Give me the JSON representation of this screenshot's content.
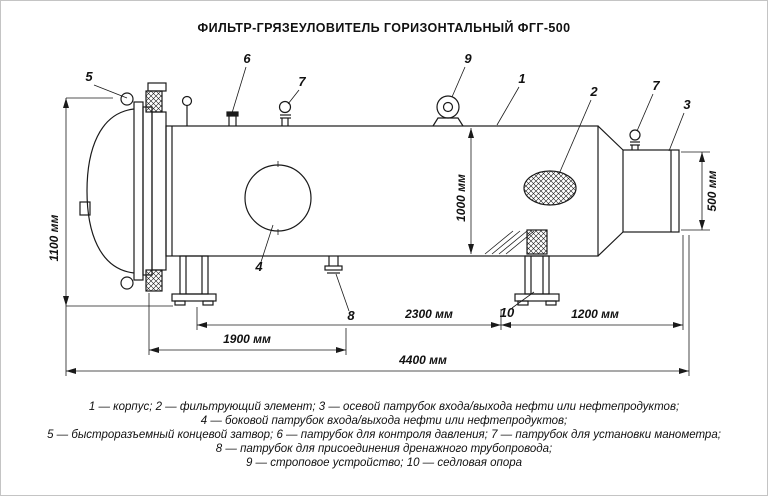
{
  "title": "ФИЛЬТР-ГРЯЗЕУЛОВИТЕЛЬ ГОРИЗОНТАЛЬНЫЙ ФГГ-500",
  "drawing": {
    "dims": {
      "h1100": "1100 мм",
      "d1000": "1000 мм",
      "d500": "500 мм",
      "l2300": "2300 мм",
      "l1900": "1900 мм",
      "l1200": "1200 мм",
      "l4400": "4400 мм"
    },
    "labels": {
      "n1": "1",
      "n2": "2",
      "n3": "3",
      "n4": "4",
      "n5": "5",
      "n6": "6",
      "n7a": "7",
      "n7b": "7",
      "n8": "8",
      "n9": "9",
      "n10": "10"
    }
  },
  "legend": {
    "line1": "1 — корпус; 2 — фильтрующий элемент; 3 — осевой патрубок входа/выхода нефти или нефтепродуктов;",
    "line2": "4 — боковой патрубок входа/выхода нефти или нефтепродуктов;",
    "line3": "5 — быстроразъемный концевой затвор; 6 — патрубок для контроля давления; 7 — патрубок для установки манометра;",
    "line4": "8 — патрубок для присоединения дренажного трубопровода;",
    "line5": "9 — строповое устройство; 10 — седловая опора"
  }
}
